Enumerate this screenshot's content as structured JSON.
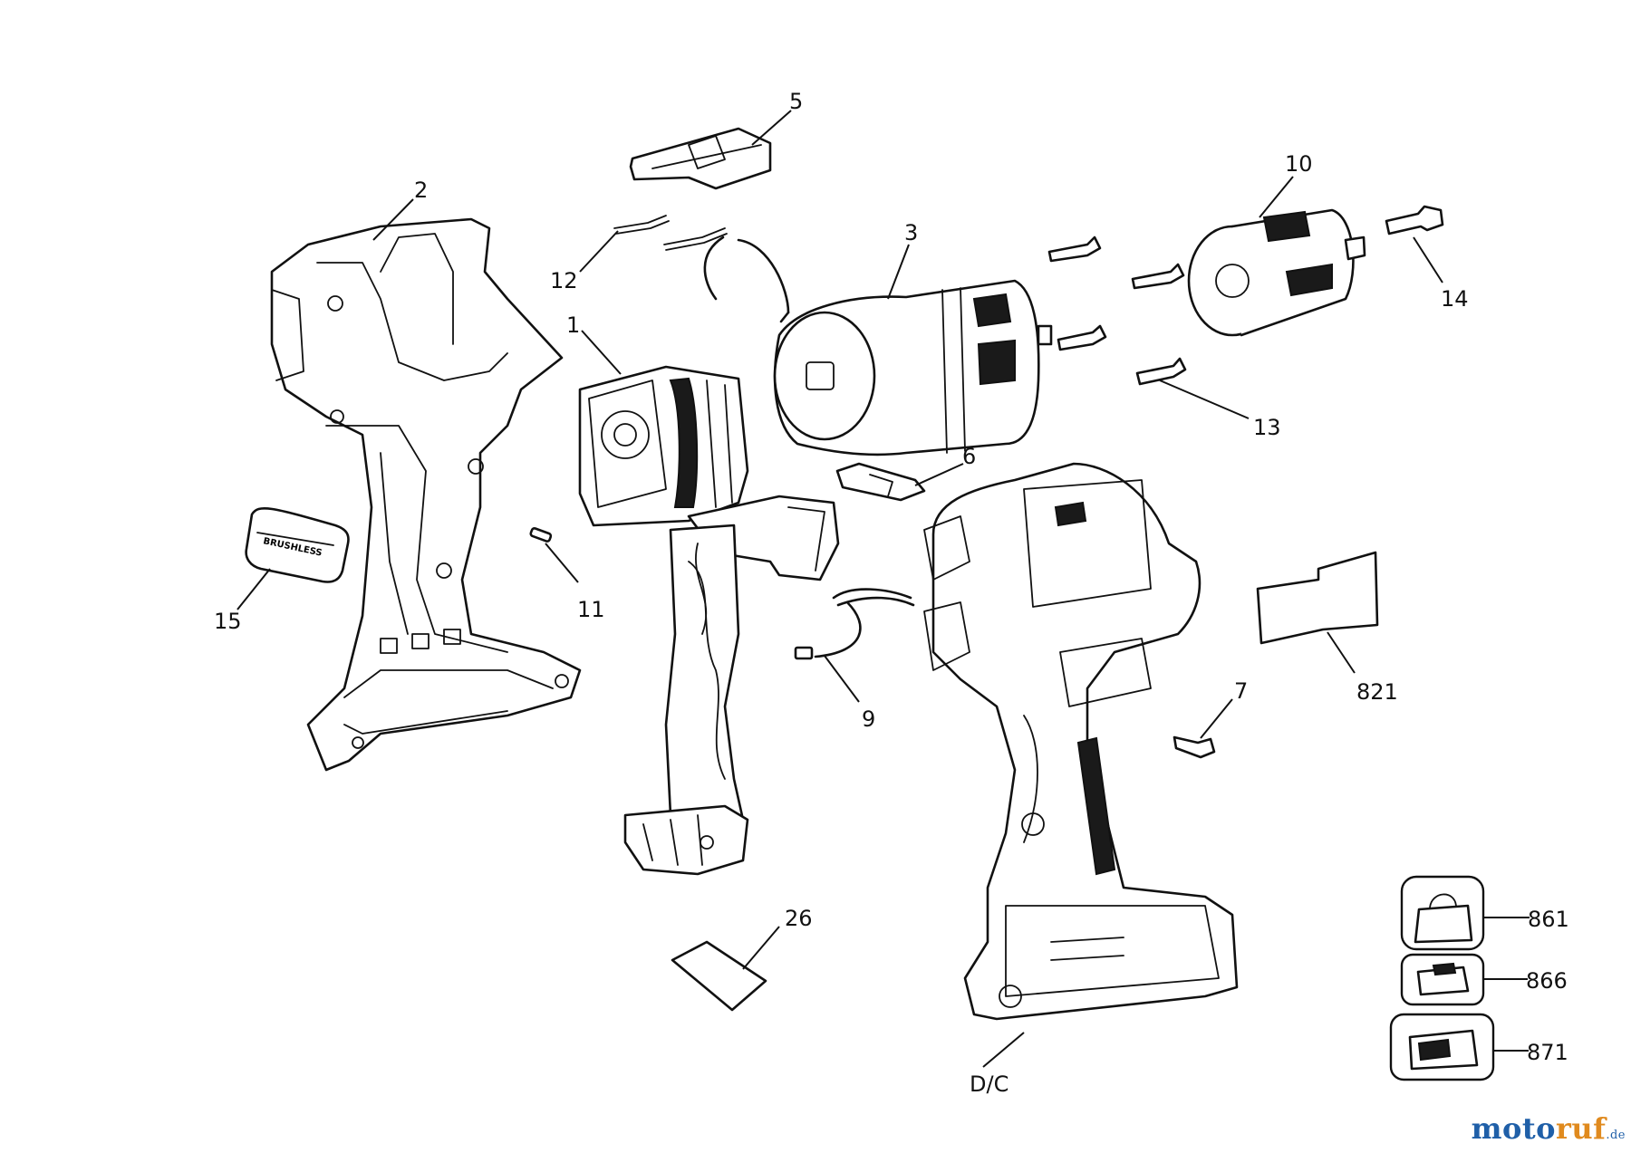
{
  "callouts": {
    "c1": "1",
    "c2": "2",
    "c3": "3",
    "c5": "5",
    "c6": "6",
    "c7": "7",
    "c9": "9",
    "c10": "10",
    "c11": "11",
    "c12": "12",
    "c13": "13",
    "c14": "14",
    "c15": "15",
    "c26": "26",
    "c821": "821",
    "c861": "861",
    "c866": "866",
    "c871": "871",
    "cdc": "D/C"
  },
  "badge_text": "BRUSHLESS",
  "watermark": {
    "part1": "moto",
    "part2": "ruf",
    "suffix": ".de"
  },
  "colors": {
    "line": "#111111",
    "watermark_blue": "#1f5fa8",
    "watermark_orange": "#e08a1e"
  }
}
